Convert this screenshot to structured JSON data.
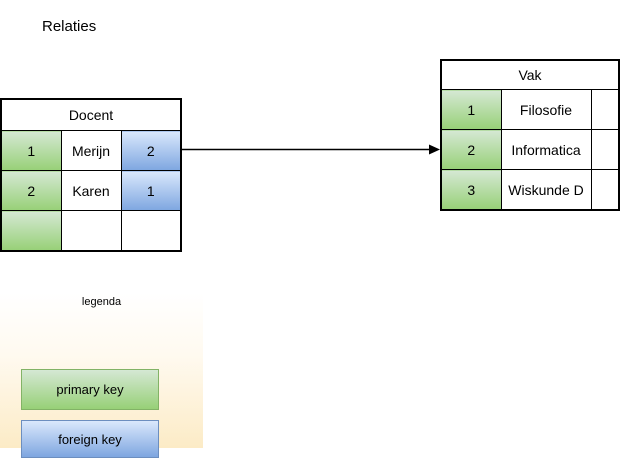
{
  "title": "Relaties",
  "colors": {
    "primary_key_fill_top": "#d5e8d4",
    "primary_key_fill_bottom": "#97d077",
    "primary_key_border": "#82b366",
    "foreign_key_fill_top": "#dae8fc",
    "foreign_key_fill_bottom": "#7ea6e0",
    "foreign_key_border": "#6c8ebf",
    "legend_background_bottom": "#fcebc6",
    "table_border": "#000000"
  },
  "docent_table": {
    "title": "Docent",
    "rows": [
      [
        {
          "text": "1",
          "type": "pk"
        },
        {
          "text": "Merijn",
          "type": "plain"
        },
        {
          "text": "2",
          "type": "fk"
        }
      ],
      [
        {
          "text": "2",
          "type": "pk"
        },
        {
          "text": "Karen",
          "type": "plain"
        },
        {
          "text": "1",
          "type": "fk"
        }
      ],
      [
        {
          "text": "",
          "type": "pk"
        },
        {
          "text": "",
          "type": "plain"
        },
        {
          "text": "",
          "type": "plain"
        }
      ]
    ]
  },
  "vak_table": {
    "title": "Vak",
    "rows": [
      [
        {
          "text": "1",
          "type": "pk"
        },
        {
          "text": "Filosofie",
          "type": "plain"
        },
        {
          "text": "",
          "type": "plain"
        }
      ],
      [
        {
          "text": "2",
          "type": "pk"
        },
        {
          "text": "Informatica",
          "type": "plain"
        },
        {
          "text": "",
          "type": "plain"
        }
      ],
      [
        {
          "text": "3",
          "type": "pk"
        },
        {
          "text": "Wiskunde D",
          "type": "plain"
        },
        {
          "text": "",
          "type": "plain"
        }
      ]
    ]
  },
  "arrow": {
    "from": "Docent foreign key 2",
    "to": "Vak primary key 2"
  },
  "legend": {
    "title": "legenda",
    "items": [
      {
        "label": "primary key"
      },
      {
        "label": "foreign key"
      }
    ]
  }
}
